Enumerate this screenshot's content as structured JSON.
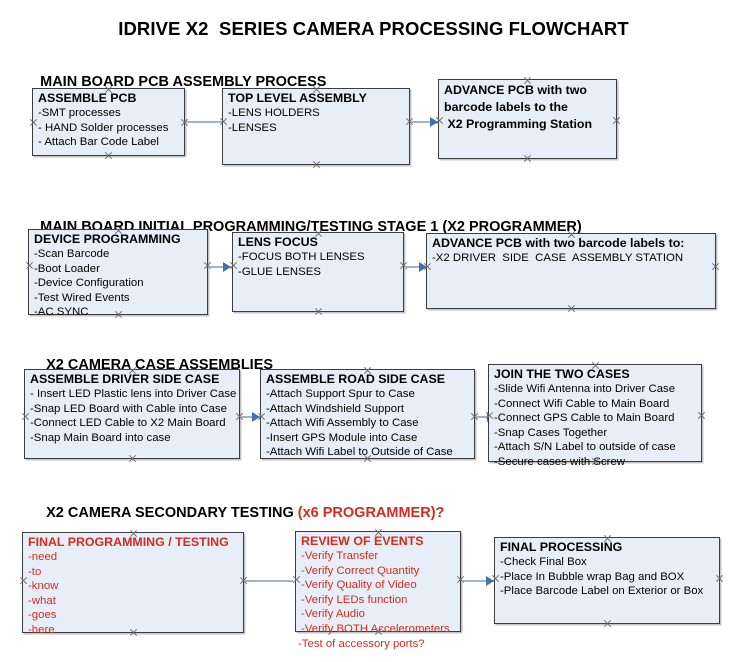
{
  "title": "IDRIVE X2  SERIES CAMERA PROCESSING FLOWCHART",
  "colors": {
    "node_fill": "#e8eef7",
    "node_border": "#3d3d3d",
    "accent_red": "#d52b1e",
    "connector": "#9fb3cc",
    "arrowhead": "#4472a8",
    "text": "#000000"
  },
  "sections": [
    {
      "heading": "MAIN BOARD PCB ASSEMBLY PROCESS",
      "heading_accent": "",
      "nodes": [
        {
          "title": "ASSEMBLE PCB",
          "lines": [
            "-SMT processes",
            "- HAND Solder processes",
            "- Attach Bar Code Label"
          ]
        },
        {
          "title": "TOP LEVEL ASSEMBLY",
          "lines": [
            "-LENS HOLDERS",
            "-LENSES"
          ]
        },
        {
          "title": "ADVANCE PCB with two\nbarcode labels to the\n X2 Programming Station",
          "lines": []
        }
      ]
    },
    {
      "heading": "MAIN BOARD INITIAL PROGRAMMING/TESTING STAGE 1 (X2 PROGRAMMER)",
      "heading_accent": "",
      "nodes": [
        {
          "title": "DEVICE PROGRAMMING",
          "lines": [
            "-Scan Barcode",
            "-Boot Loader",
            "-Device Configuration",
            "-Test Wired Events",
            "-AC SYNC"
          ]
        },
        {
          "title": "LENS FOCUS",
          "lines": [
            "-FOCUS BOTH LENSES",
            "-GLUE LENSES"
          ]
        },
        {
          "title": "ADVANCE PCB with two barcode labels to:",
          "lines": [
            "-X2 DRIVER  SIDE  CASE  ASSEMBLY STATION"
          ]
        }
      ]
    },
    {
      "heading": "X2 CAMERA CASE ASSEMBLIES",
      "heading_accent": "",
      "nodes": [
        {
          "title": "ASSEMBLE DRIVER SIDE CASE",
          "lines": [
            "- Insert LED Plastic lens into Driver Case",
            "-Snap LED Board with Cable into Case",
            "-Connect LED Cable to X2 Main Board",
            "-Snap Main Board into case"
          ]
        },
        {
          "title": "ASSEMBLE ROAD SIDE CASE",
          "lines": [
            "-Attach Support Spur to Case",
            "-Attach Windshield Support",
            "-Attach Wifi Assembly to Case",
            "-Insert GPS Module into Case",
            "-Attach Wifi Label to Outside of Case"
          ]
        },
        {
          "title": "JOIN THE TWO CASES",
          "lines": [
            "-Slide Wifi Antenna into Driver Case",
            "-Connect Wifi Cable to Main Board",
            "-Connect GPS Cable to Main Board",
            "-Snap Cases Together",
            "-Attach S/N Label to outside of case",
            "-Secure cases with Screw"
          ]
        }
      ]
    },
    {
      "heading": "X2 CAMERA SECONDARY TESTING ",
      "heading_accent": "(x6 PROGRAMMER)?",
      "nodes": [
        {
          "title": "FINAL PROGRAMMING / TESTING",
          "lines": [
            "-need",
            "-to",
            "-know",
            "-what",
            "-goes",
            "-here"
          ]
        },
        {
          "title": "REVIEW OF EVENTS",
          "lines": [
            "-Verify Transfer",
            "-Verify Correct Quantity",
            "-Verify Quality of Video",
            "-Verify LEDs function",
            "-Verify Audio",
            "-Verify BOTH Accelerometers",
            "-Test of accessory ports?"
          ]
        },
        {
          "title": "FINAL PROCESSING",
          "lines": [
            "-Check Final Box",
            "-Place In Bubble wrap Bag and BOX",
            "-Place Barcode Label on Exterior or Box"
          ]
        }
      ]
    }
  ]
}
